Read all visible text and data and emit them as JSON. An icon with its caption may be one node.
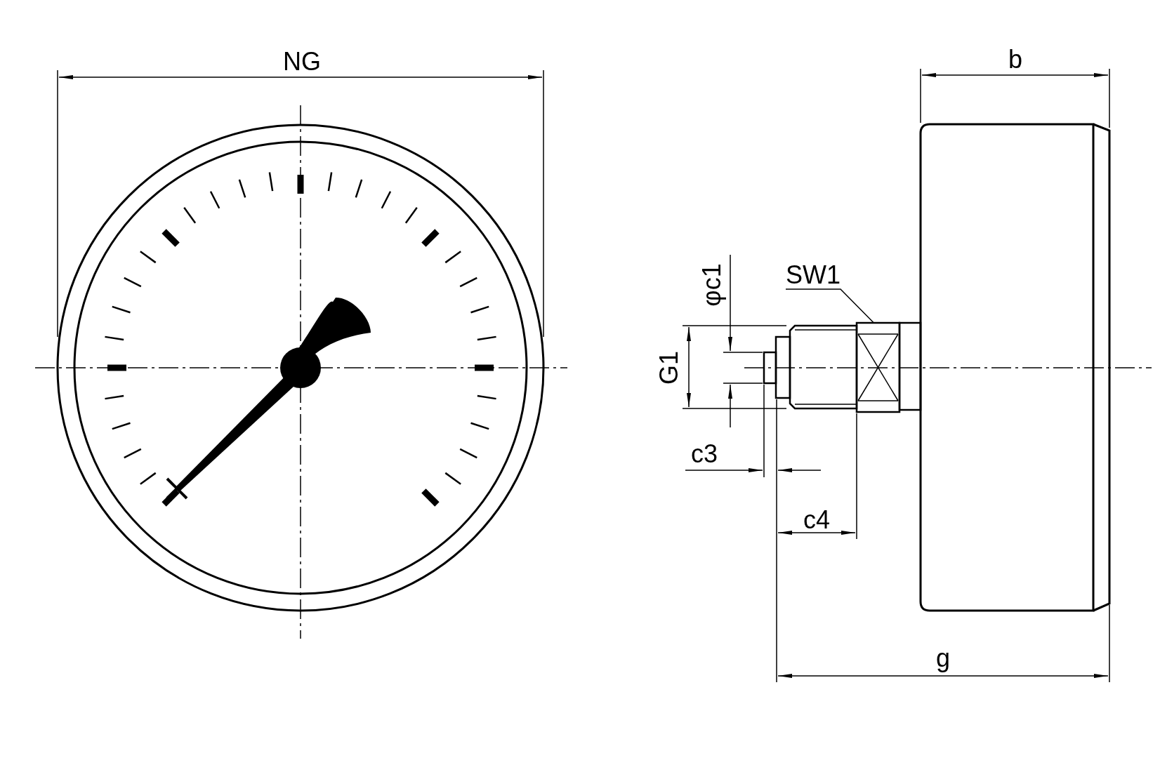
{
  "diagram": {
    "nodes": [
      {
        "text": [
          "SW1"
        ]
      },
      {
        "text": [],
        "shape": "box"
      }
    ],
    "edges": [
      {
        "from": 0,
        "to": 1,
        "arrow": "none"
      }
    ],
    "labels": [
      "NG",
      "b",
      "φc1",
      "G1",
      "c3",
      "c4",
      "g"
    ]
  }
}
